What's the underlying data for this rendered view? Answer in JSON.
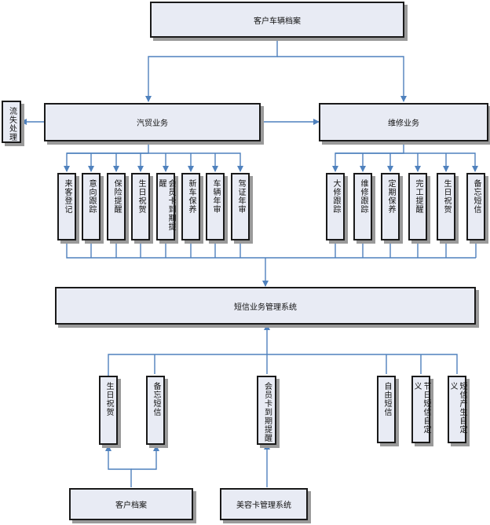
{
  "root": "客户车辆档案",
  "sales": "汽贸业务",
  "repair": "维修业务",
  "lost": "流失处理",
  "sales_items": [
    "来客登记",
    "意向跟踪",
    "保险提醒",
    "生日祝贺",
    "会员卡到期提醒",
    "新车保养",
    "车辆年审",
    "驾证年审"
  ],
  "repair_items": [
    "大修跟踪",
    "维修跟踪",
    "定期保养",
    "完工提醒",
    "生日祝贺",
    "备忘短信"
  ],
  "sms_system": "短信业务管理系统",
  "bottom_left_items": [
    "生日祝贺",
    "备忘短信"
  ],
  "bottom_mid_item": "会员卡到期提醒",
  "bottom_right_items": [
    "自由短信",
    "节日短信自定义",
    "短信产生自定义"
  ],
  "customer_file": "客户档案",
  "beauty_card_system": "美容卡管理系统",
  "colors": {
    "box_fill": "#e8ebf4",
    "connector": "#4f81bd",
    "shadow": "#9a9a9a"
  }
}
